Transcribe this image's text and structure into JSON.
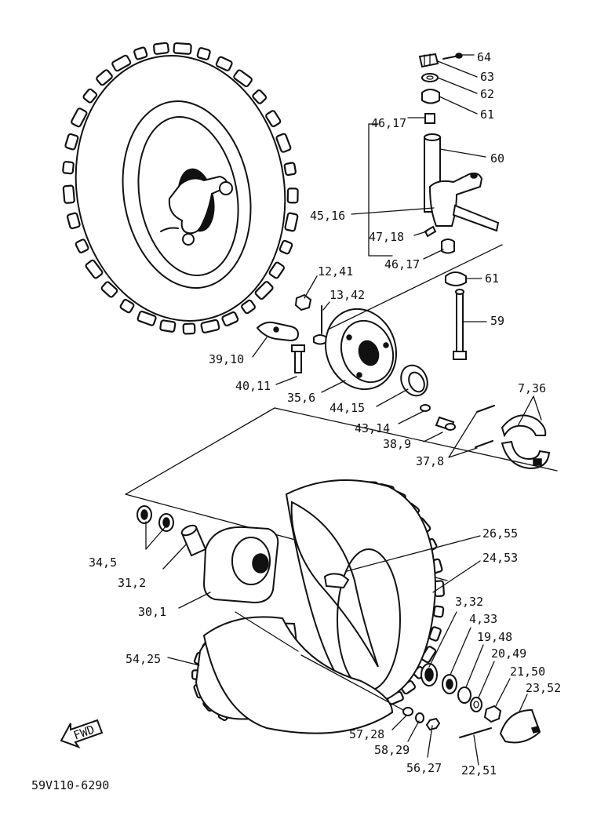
{
  "diagram": {
    "drawing_code": "59V110-6290",
    "fwd_label": "FWD",
    "callouts": [
      {
        "id": "c64",
        "text": "64"
      },
      {
        "id": "c63",
        "text": "63"
      },
      {
        "id": "c62",
        "text": "62"
      },
      {
        "id": "c61a",
        "text": "61"
      },
      {
        "id": "c46a",
        "text": "46,17"
      },
      {
        "id": "c60",
        "text": "60"
      },
      {
        "id": "c45",
        "text": "45,16"
      },
      {
        "id": "c47",
        "text": "47,18"
      },
      {
        "id": "c46b",
        "text": "46,17"
      },
      {
        "id": "c61b",
        "text": "61"
      },
      {
        "id": "c12",
        "text": "12,41"
      },
      {
        "id": "c13",
        "text": "13,42"
      },
      {
        "id": "c59",
        "text": "59"
      },
      {
        "id": "c39",
        "text": "39,10"
      },
      {
        "id": "c40",
        "text": "40,11"
      },
      {
        "id": "c35",
        "text": "35,6"
      },
      {
        "id": "c44",
        "text": "44,15"
      },
      {
        "id": "c43",
        "text": "43,14"
      },
      {
        "id": "c7",
        "text": "7,36"
      },
      {
        "id": "c38",
        "text": "38,9"
      },
      {
        "id": "c37",
        "text": "37,8"
      },
      {
        "id": "c26",
        "text": "26,55"
      },
      {
        "id": "c24",
        "text": "24,53"
      },
      {
        "id": "c34",
        "text": "34,5"
      },
      {
        "id": "c31",
        "text": "31,2"
      },
      {
        "id": "c30",
        "text": "30,1"
      },
      {
        "id": "c3",
        "text": "3,32"
      },
      {
        "id": "c4",
        "text": "4,33"
      },
      {
        "id": "c19",
        "text": "19,48"
      },
      {
        "id": "c20",
        "text": "20,49"
      },
      {
        "id": "c21",
        "text": "21,50"
      },
      {
        "id": "c23",
        "text": "23,52"
      },
      {
        "id": "c54",
        "text": "54,25"
      },
      {
        "id": "c57",
        "text": "57,28"
      },
      {
        "id": "c58",
        "text": "58,29"
      },
      {
        "id": "c56",
        "text": "56,27"
      },
      {
        "id": "c22",
        "text": "22,51"
      }
    ]
  }
}
